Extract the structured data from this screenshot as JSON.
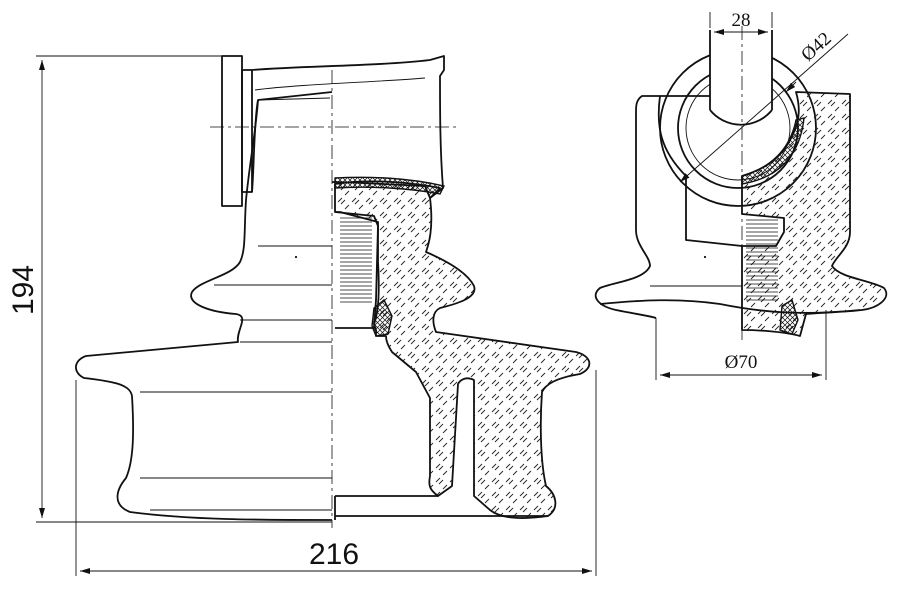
{
  "dimensions": {
    "height_label": "194",
    "width_label": "216",
    "pin_width_label": "28",
    "ball_diameter_label": "Ø42",
    "cap_diameter_label": "Ø70"
  },
  "colors": {
    "line": "#111111",
    "background": "#ffffff"
  }
}
